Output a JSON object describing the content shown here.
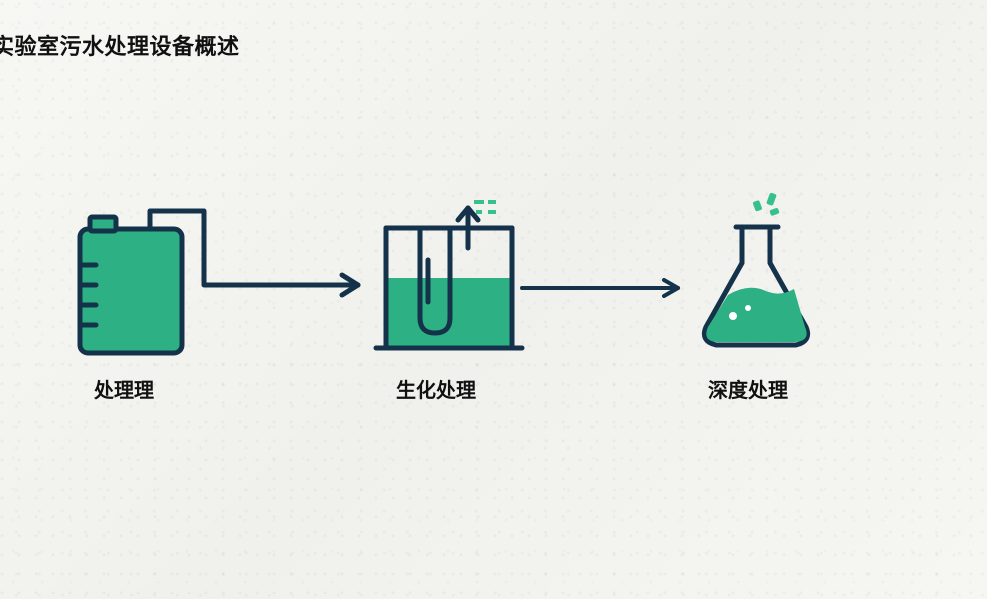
{
  "title": "实验室污水处理设备概述",
  "steps": [
    {
      "label": "处理理",
      "icon": "tank-icon"
    },
    {
      "label": "生化处理",
      "icon": "bioreactor-icon"
    },
    {
      "label": "深度处理",
      "icon": "flask-icon"
    }
  ],
  "colors": {
    "outline": "#14324a",
    "fill": "#2db083",
    "accent": "#36c08c"
  }
}
